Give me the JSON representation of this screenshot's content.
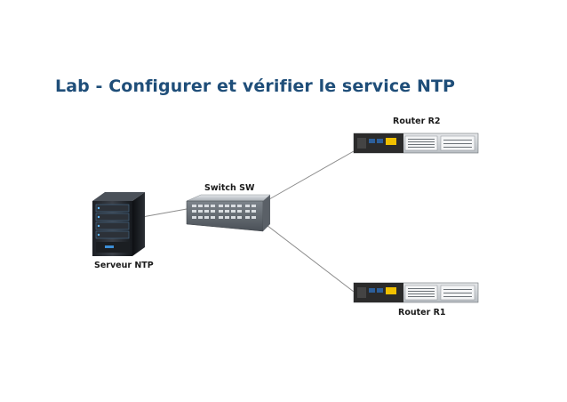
{
  "title": "Lab - Configurer et vérifier le service NTP",
  "colors": {
    "title": "#1f4e79",
    "link": "#8c8c8c",
    "device_dark": "#2b2b2b",
    "device_metal": "#cfd3d6",
    "port_blue": "#2d5f9a"
  },
  "nodes": {
    "server": {
      "label": "Serveur NTP",
      "icon": "server-icon"
    },
    "switch": {
      "label": "Switch SW",
      "icon": "switch-icon"
    },
    "router_r2": {
      "label": "Router R2",
      "icon": "router-icon"
    },
    "router_r1": {
      "label": "Router R1",
      "icon": "router-icon"
    }
  },
  "links": [
    {
      "from": "server",
      "to": "switch"
    },
    {
      "from": "switch",
      "to": "router_r2"
    },
    {
      "from": "switch",
      "to": "router_r1"
    }
  ]
}
